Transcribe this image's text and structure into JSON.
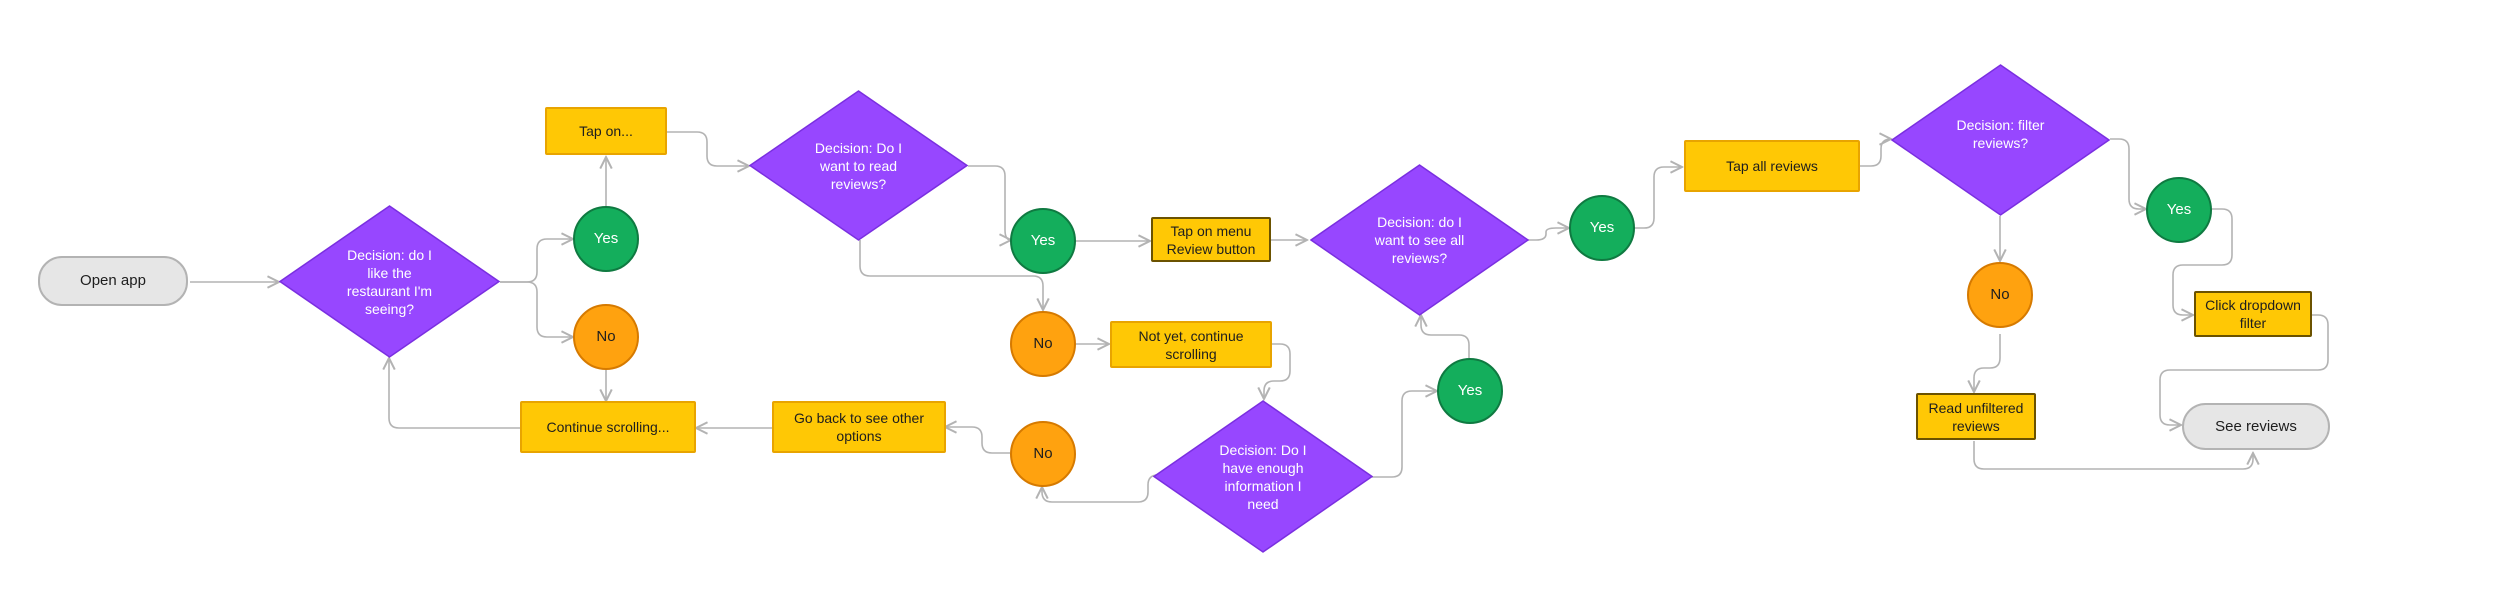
{
  "colors": {
    "decision_fill": "#9747ff",
    "yes_fill": "#14ae5c",
    "no_fill": "#ffa20f",
    "action_fill": "#ffc805",
    "terminal_fill": "#e6e6e6",
    "connector": "#b3b3b3"
  },
  "nodes": {
    "open_app": "Open app",
    "decision_like": "Decision: do I like the restaurant I'm seeing?",
    "yes_like": "Yes",
    "no_like": "No",
    "tap_on": "Tap on...",
    "continue_scrolling": "Continue scrolling...",
    "decision_read": "Decision: Do I want to read reviews?",
    "yes_read": "Yes",
    "no_read": "No",
    "tap_review_button": "Tap on menu Review button",
    "not_yet": "Not yet, continue scrolling",
    "decision_enough": "Decision: Do I have enough information I need",
    "no_enough": "No",
    "yes_enough": "Yes",
    "go_back": "Go back to see other options",
    "decision_all": "Decision: do I want to see all reviews?",
    "yes_all": "Yes",
    "tap_all_reviews": "Tap all reviews",
    "decision_filter": "Decision: filter reviews?",
    "no_filter": "No",
    "yes_filter": "Yes",
    "read_unfiltered": "Read unfiltered reviews",
    "click_dropdown": "Click dropdown filter",
    "see_reviews": "See reviews"
  }
}
